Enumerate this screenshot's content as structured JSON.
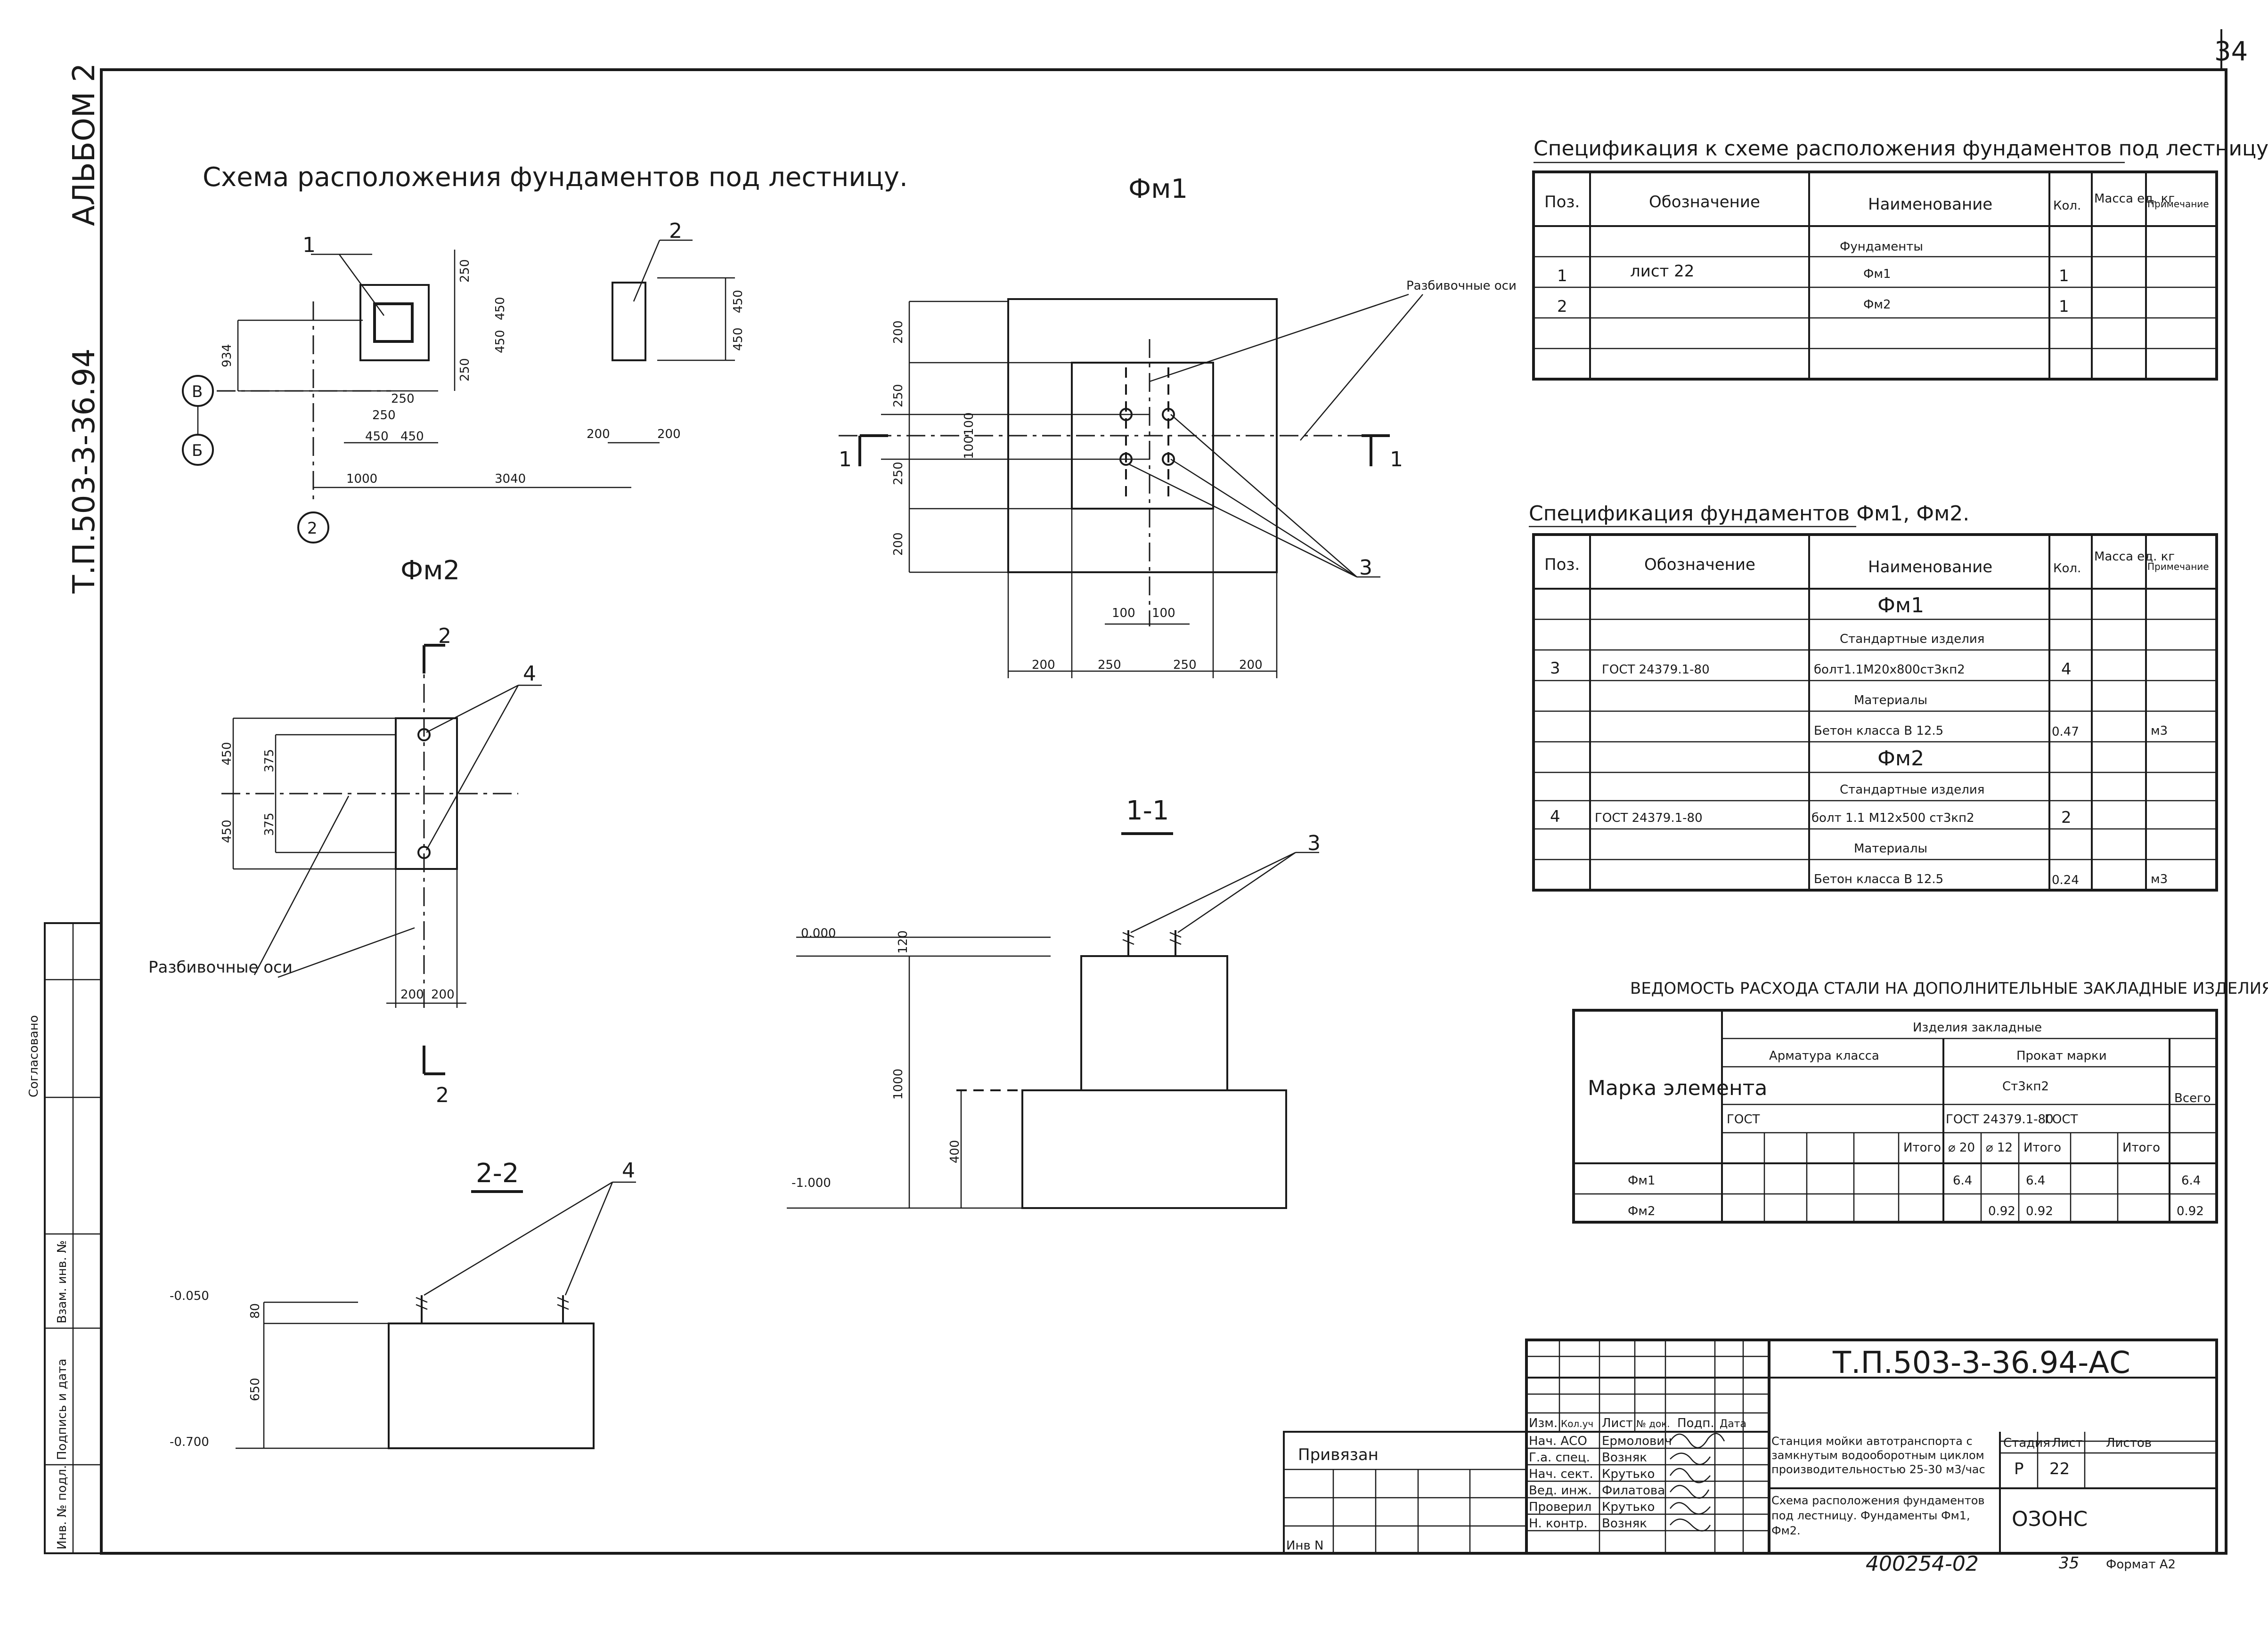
{
  "sheet": {
    "corner_number": "34",
    "album": "АЛЬБОМ 2",
    "doc_code": "Т.П.503-3-36.94",
    "left_stamp": [
      "Инв. № подл.",
      "Подпись и дата",
      "Взам. инв. №",
      "Согласовано"
    ],
    "bottom_handwritten": "400254-02",
    "bottom_page": "35",
    "format": "Формат А2"
  },
  "plan": {
    "title": "Схема расположения фундаментов под лестницу.",
    "callouts": [
      "1",
      "2"
    ],
    "dims": [
      "250",
      "450",
      "450",
      "250",
      "934",
      "250",
      "250",
      "450",
      "450",
      "1000",
      "3040",
      "450",
      "450",
      "200",
      "200"
    ],
    "axes": [
      "В",
      "Б",
      "2"
    ]
  },
  "fm1": {
    "title": "Фм1",
    "axes_label": "Разбивочные оси",
    "section_marks": [
      "1",
      "1"
    ],
    "callout": "3",
    "dims_left": [
      "200",
      "250",
      "100",
      "100",
      "250",
      "200"
    ],
    "dims_bottom": [
      "100",
      "100",
      "200",
      "250",
      "250",
      "200"
    ]
  },
  "fm2": {
    "title": "Фм2",
    "section_marks": [
      "2",
      "2"
    ],
    "callout": "4",
    "dims_left": [
      "450",
      "375",
      "375",
      "450"
    ],
    "dims_bottom": [
      "200",
      "200"
    ],
    "axes_label": "Разбивочные оси"
  },
  "section11": {
    "title": "1-1",
    "callout": "3",
    "levels": [
      "0.000",
      "-1.000"
    ],
    "dims": [
      "120",
      "1000",
      "400"
    ]
  },
  "section22": {
    "title": "2-2",
    "callout": "4",
    "levels": [
      "-0.050",
      "-0.700"
    ],
    "dims": [
      "80",
      "650"
    ]
  },
  "spec1": {
    "title": "Спецификация к схеме расположения фундаментов под лестницу.",
    "headers": [
      "Поз.",
      "Обозначение",
      "Наименование",
      "Кол.",
      "Масса ед. кг",
      "Примечание"
    ],
    "rows": [
      [
        "",
        "",
        "Фундаменты",
        "",
        "",
        ""
      ],
      [
        "1",
        "лист 22",
        "Фм1",
        "1",
        "",
        ""
      ],
      [
        "2",
        "",
        "Фм2",
        "1",
        "",
        ""
      ],
      [
        "",
        "",
        "",
        "",
        "",
        ""
      ],
      [
        "",
        "",
        "",
        "",
        "",
        ""
      ]
    ]
  },
  "spec2": {
    "title": "Спецификация фундаментов Фм1, Фм2.",
    "headers": [
      "Поз.",
      "Обозначение",
      "Наименование",
      "Кол.",
      "Масса ед. кг",
      "Примечание"
    ],
    "rows": [
      [
        "",
        "",
        "Фм1",
        "",
        "",
        ""
      ],
      [
        "",
        "",
        "Стандартные изделия",
        "",
        "",
        ""
      ],
      [
        "3",
        "ГОСТ 24379.1-80",
        "болт1.1М20х800ст3кп2",
        "4",
        "",
        ""
      ],
      [
        "",
        "",
        "Материалы",
        "",
        "",
        ""
      ],
      [
        "",
        "",
        "Бетон класса В 12.5",
        "0.47",
        "",
        "м3"
      ],
      [
        "",
        "",
        "Фм2",
        "",
        "",
        ""
      ],
      [
        "",
        "",
        "Стандартные изделия",
        "",
        "",
        ""
      ],
      [
        "4",
        "ГОСТ 24379.1-80",
        "болт 1.1 М12х500 ст3кп2",
        "2",
        "",
        ""
      ],
      [
        "",
        "",
        "Материалы",
        "",
        "",
        ""
      ],
      [
        "",
        "",
        "Бетон класса В 12.5",
        "0.24",
        "",
        "м3"
      ]
    ]
  },
  "steel": {
    "title": "ВЕДОМОСТЬ РАСХОДА СТАЛИ НА ДОПОЛНИТЕЛЬНЫЕ ЗАКЛАДНЫЕ ИЗДЕЛИЯ, кг",
    "col_element": "Марка элемента",
    "group": "Изделия закладные",
    "sub_armatura": "Арматура класса",
    "sub_prokat": "Прокат марки",
    "steel_mark": "Ст3кп2",
    "gost1": "ГОСТ",
    "gost2": "ГОСТ 24379.1-80",
    "gost3": "ГОСТ",
    "total": "Всего",
    "itogo": "Итого",
    "d20": "⌀ 20",
    "d12": "⌀ 12",
    "rows": [
      {
        "mark": "Фм1",
        "d20": "6.4",
        "d12": "",
        "itogo": "6.4",
        "total": "6.4"
      },
      {
        "mark": "Фм2",
        "d20": "",
        "d12": "0.92",
        "itogo": "0.92",
        "total": "0.92"
      }
    ]
  },
  "title_block": {
    "code": "Т.П.503-3-36.94-АС",
    "header": [
      "Изм.",
      "Кол.уч",
      "Лист",
      "№ док.",
      "Подп.",
      "Дата"
    ],
    "roles": [
      [
        "Нач. АСО",
        "Ермолович"
      ],
      [
        "Г.а. спец.",
        "Возняк"
      ],
      [
        "Нач. сект.",
        "Крутько"
      ],
      [
        "Вед. инж.",
        "Филатова"
      ],
      [
        "Проверил",
        "Крутько"
      ],
      [
        "Н. контр.",
        "Возняк"
      ]
    ],
    "project": "Станция мойки автотранспорта с замкнутым водооборотным циклом производительностью 25-30 м3/час",
    "sheet_name": "Схема расположения фундаментов под лестницу. Фундаменты Фм1, Фм2.",
    "stage_label": "Стадия",
    "sheet_label": "Лист",
    "sheets_label": "Листов",
    "stage": "Р",
    "sheet": "22",
    "sheets": "",
    "org": "ОЗОНС",
    "bound": "Привязан",
    "inv": "Инв N"
  }
}
